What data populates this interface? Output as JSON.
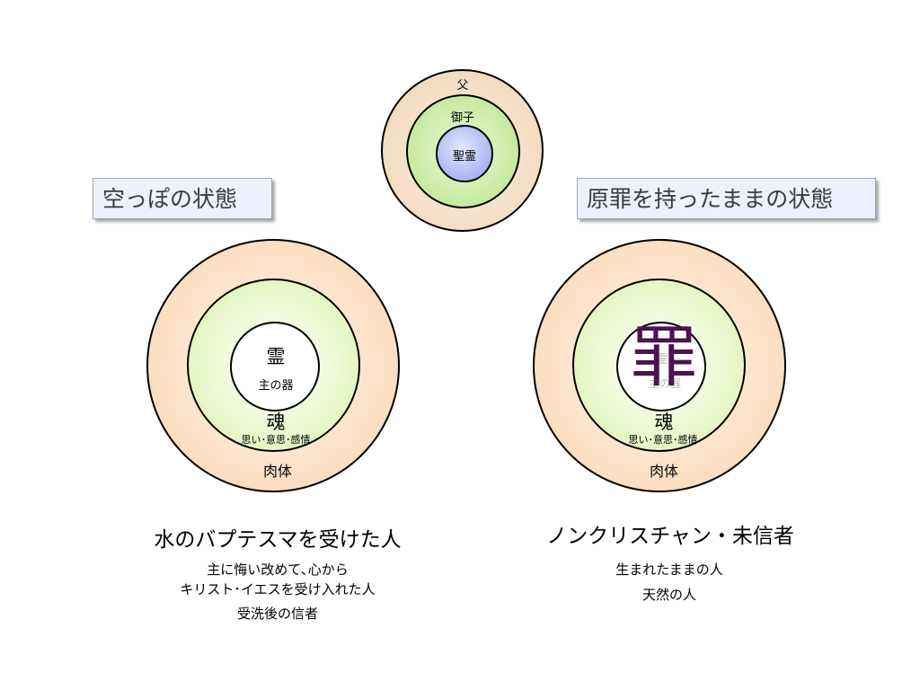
{
  "top": {
    "father": "父",
    "son": "御子",
    "spirit": "聖霊"
  },
  "left": {
    "state": "空っぽの状態",
    "spirit": "霊",
    "vessel": "主の器",
    "soul": "魂",
    "soul_desc": "思い･意思･感情",
    "body": "肉体",
    "title": "水のバプテスマを受けた人",
    "desc_lines": [
      "主に悔い改めて､心から",
      "キリスト･イエスを受け入れた人",
      "受洗後の信者"
    ]
  },
  "right": {
    "state": "原罪を持ったままの状態",
    "sin": "罪",
    "faded_spirit": "霊",
    "faded_vessel": "主の器",
    "soul": "魂",
    "soul_desc": "思い･意思･感情",
    "body": "肉体",
    "title": "ノンクリスチャン・未信者",
    "desc_lines": [
      "生まれたままの人",
      "天然の人"
    ]
  },
  "colors": {
    "sin": "#4a1450",
    "state_box_bg": "#eef1fb",
    "outer_ring": "#fde0c4",
    "middle_ring": "#d4f0a6",
    "holy_spirit": "#a9b6f2"
  }
}
